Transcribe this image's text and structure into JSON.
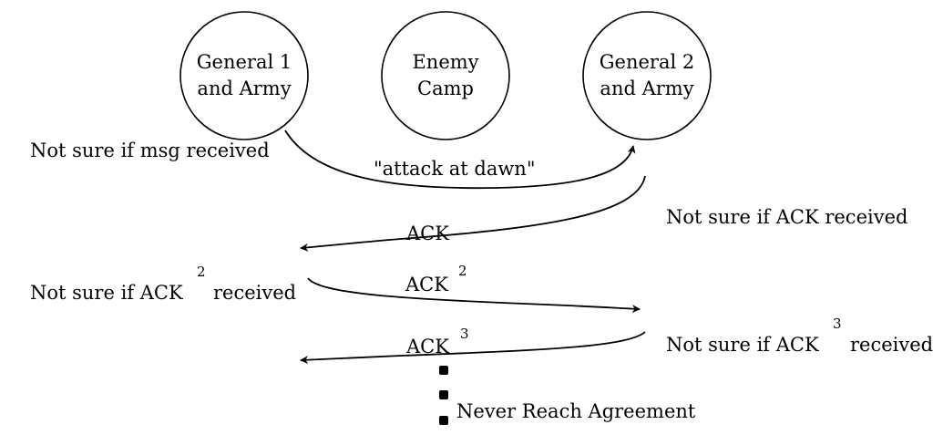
{
  "nodes": {
    "general1": {
      "line1": "General 1",
      "line2": "and Army"
    },
    "enemy": {
      "line1": "Enemy",
      "line2": "Camp"
    },
    "general2": {
      "line1": "General 2",
      "line2": "and Army"
    }
  },
  "messages": {
    "m1": {
      "label": "\"attack at dawn\""
    },
    "ack1": {
      "label": "ACK"
    },
    "ack2": {
      "label": "ACK",
      "exponent": "2"
    },
    "ack3": {
      "label": "ACK",
      "exponent": "3"
    }
  },
  "notes": {
    "g1_msg": {
      "text": "Not sure if msg received"
    },
    "g2_ack": {
      "text": "Not sure if ACK received"
    },
    "g1_ack2": {
      "prefix": "Not sure if ACK",
      "exponent": "2",
      "suffix": "received"
    },
    "g2_ack3": {
      "prefix": "Not sure if ACK",
      "exponent": "3",
      "suffix": "received"
    }
  },
  "conclusion": {
    "text": "Never Reach Agreement"
  }
}
